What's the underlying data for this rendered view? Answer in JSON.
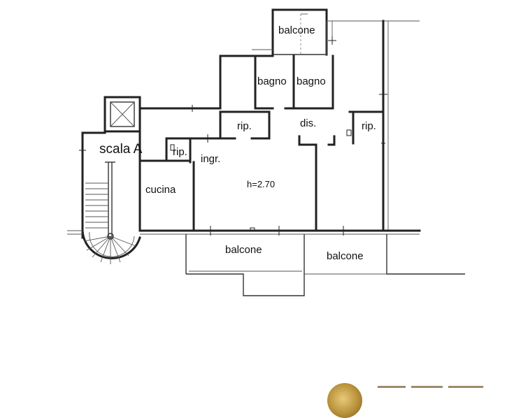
{
  "labels": {
    "balcone_top": "balcone",
    "bagno_1": "bagno",
    "bagno_2": "bagno",
    "rip_1": "rip.",
    "dis": "dis.",
    "rip_2": "rip.",
    "scala": "scala A",
    "rip_3": "rip.",
    "ingr": "ingr.",
    "cucina": "cucina",
    "height": "h=2.70",
    "balcone_bottom_1": "balcone",
    "balcone_bottom_2": "balcone"
  },
  "colors": {
    "walls": "#222222",
    "background": "#ffffff",
    "logo": "#b8913a"
  }
}
